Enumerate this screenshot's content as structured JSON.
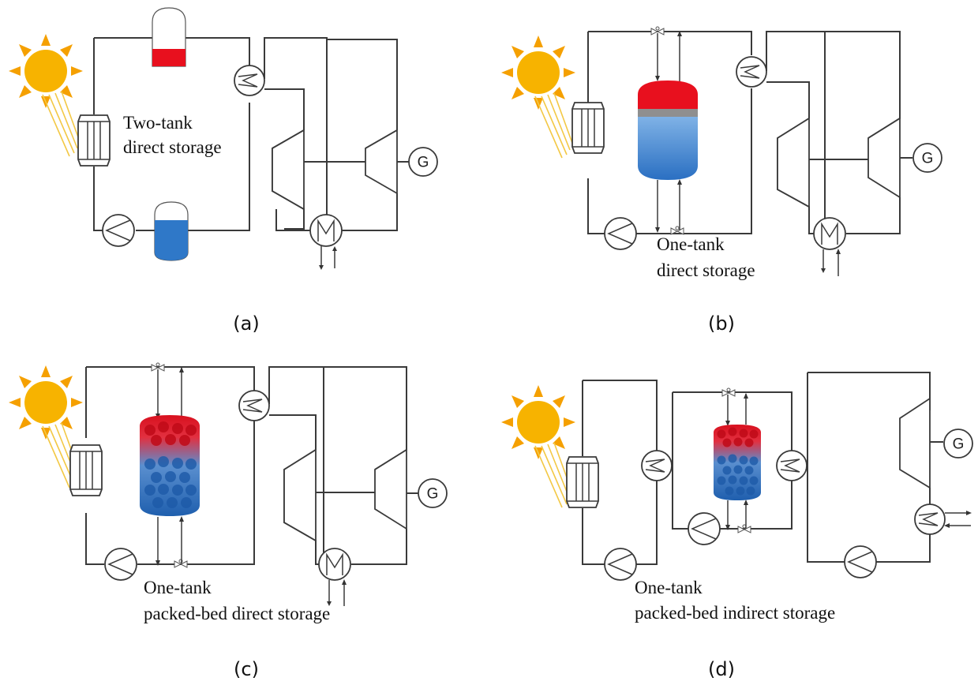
{
  "panels": [
    {
      "id": "a",
      "caption": "(a)",
      "label_lines": [
        "Two-tank",
        "direct storage"
      ],
      "generator": "G"
    },
    {
      "id": "b",
      "caption": "(b)",
      "label_lines": [
        "One-tank",
        "direct storage"
      ],
      "generator": "G"
    },
    {
      "id": "c",
      "caption": "(c)",
      "label_lines": [
        "One-tank",
        "packed-bed direct storage"
      ],
      "generator": "G"
    },
    {
      "id": "d",
      "caption": "(d)",
      "label_lines": [
        "One-tank",
        "packed-bed indirect storage"
      ],
      "generator": "G"
    }
  ],
  "colors": {
    "hot": "#e8101e",
    "cold": "#2f78c8",
    "sun": "#f7b300",
    "sun_rays": "#f5a000",
    "line": "#3a3a3a"
  }
}
